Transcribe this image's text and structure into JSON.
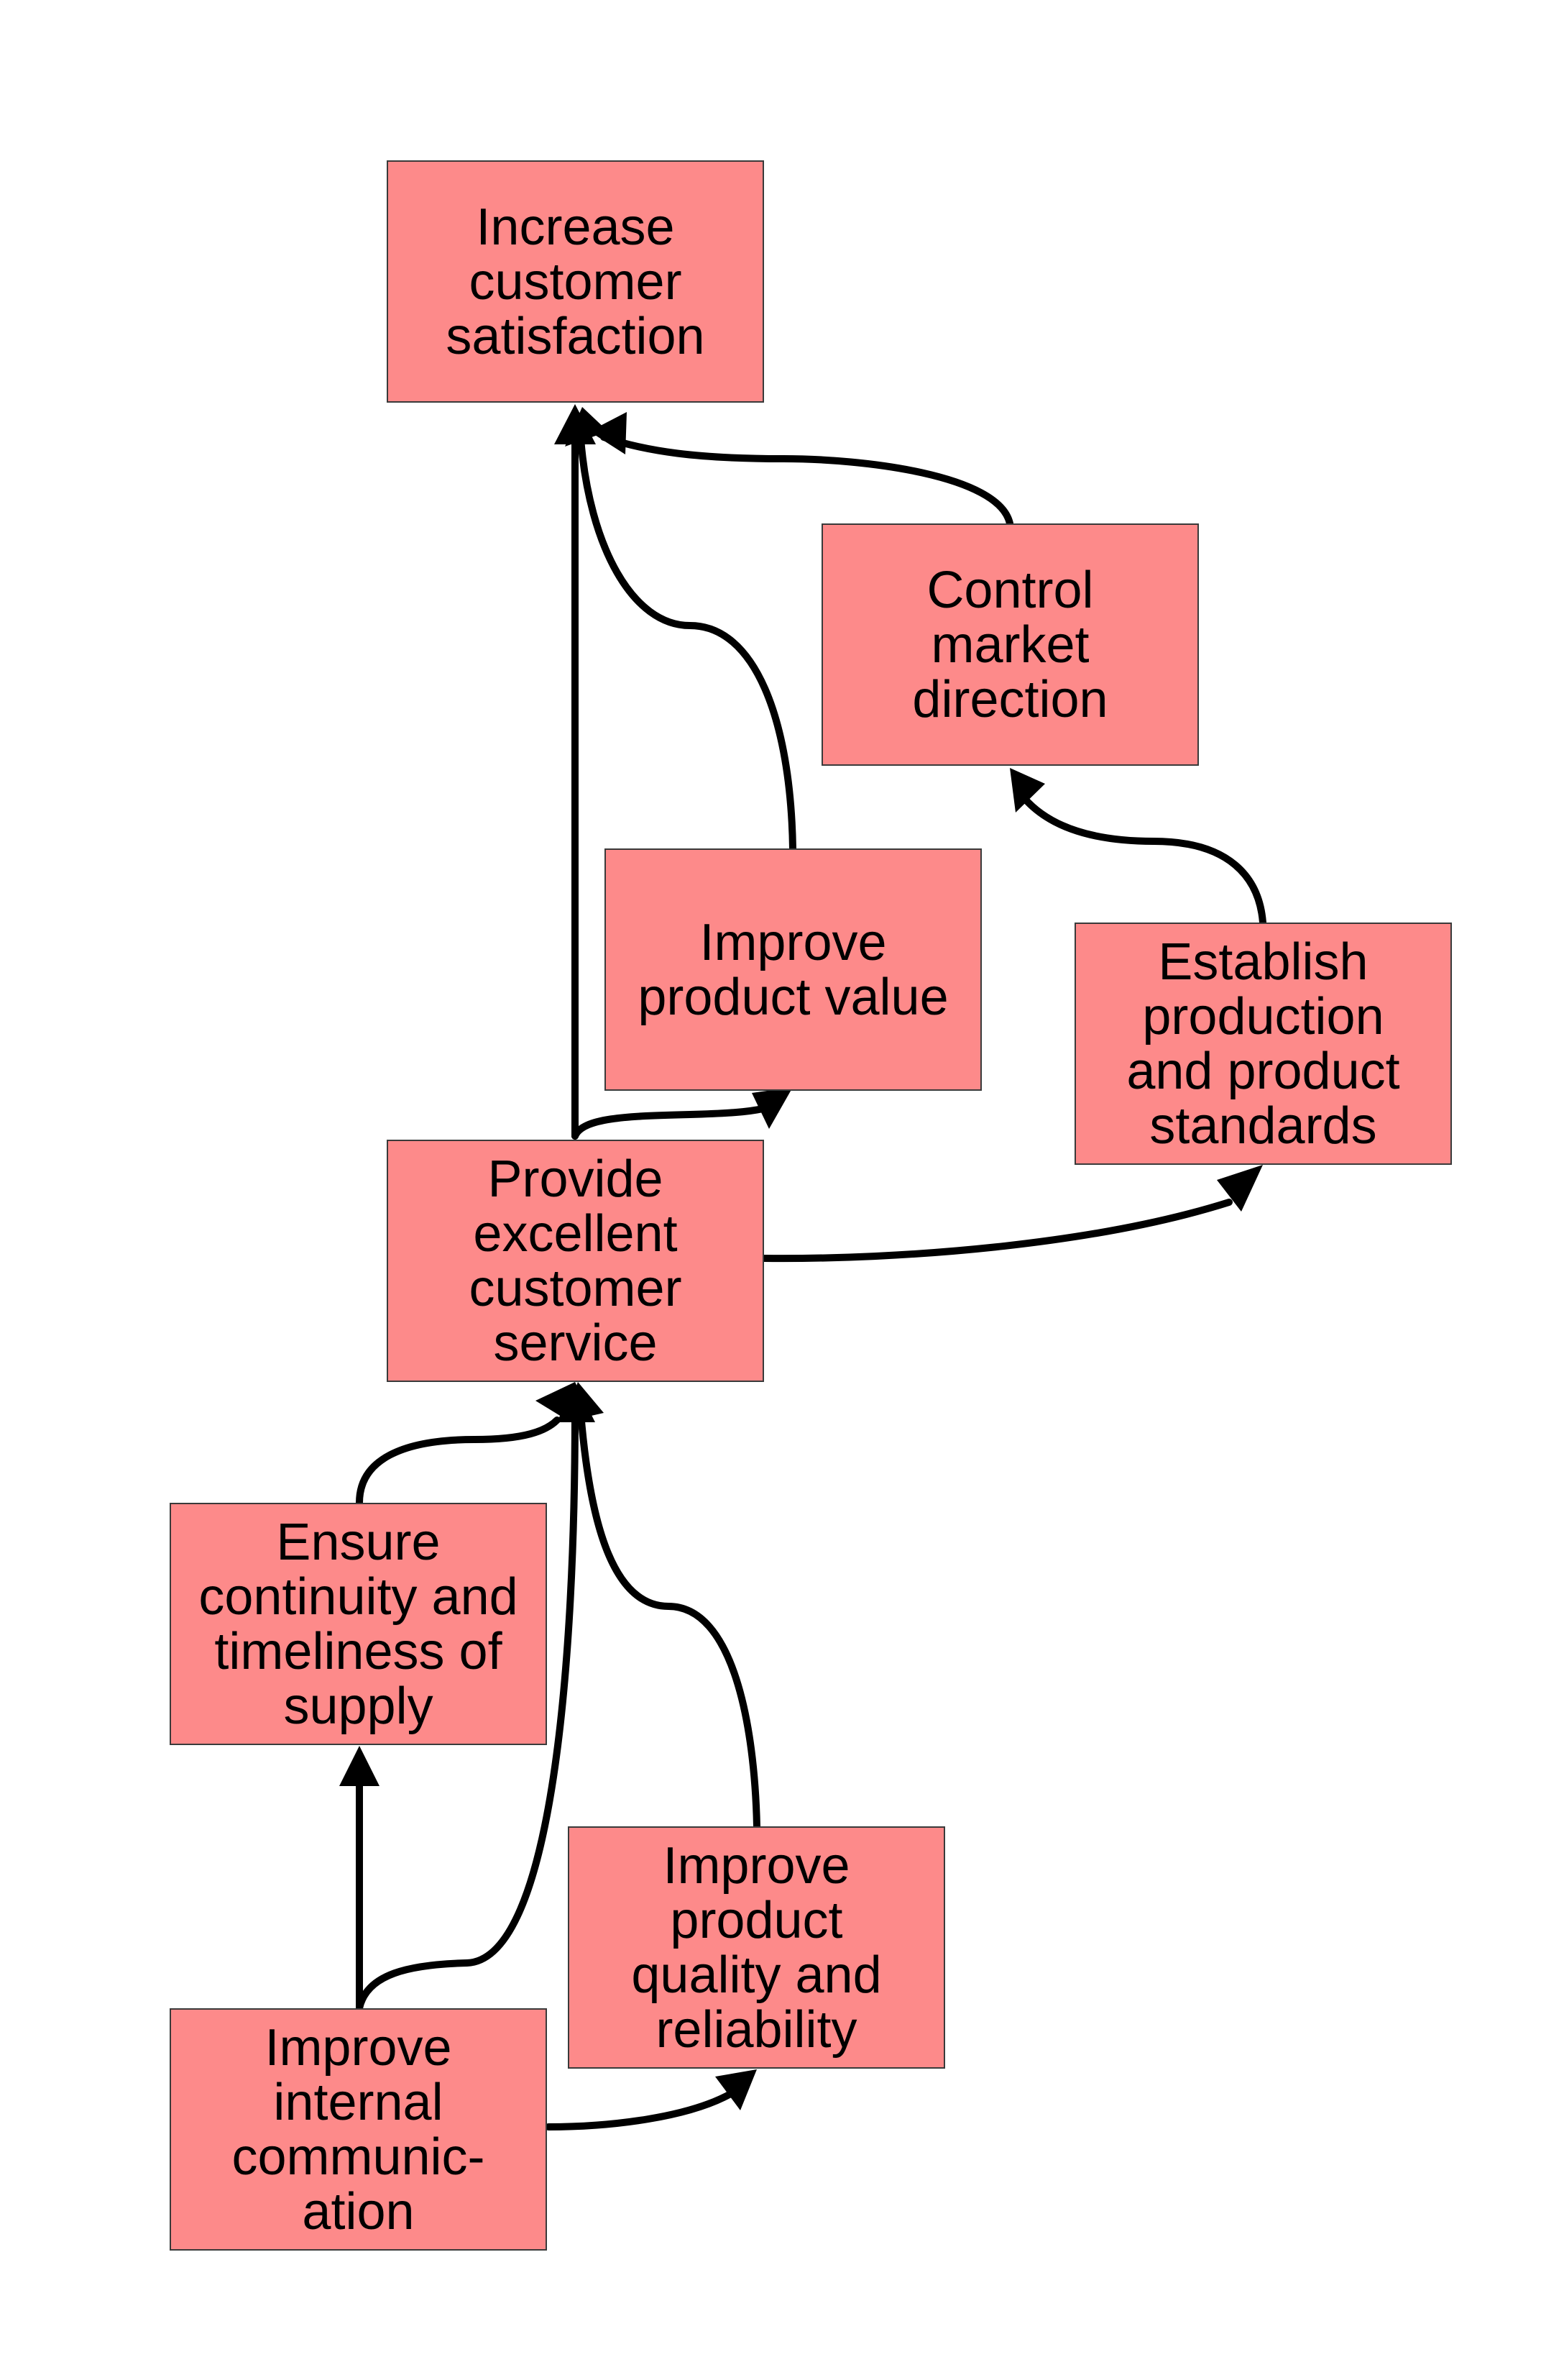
{
  "diagram": {
    "type": "flow",
    "colors": {
      "node_fill": "#fd8a8a",
      "node_border": "#3a3a3a",
      "edge": "#000000"
    },
    "nodes": {
      "increase_customer_satisfaction": "Increase\ncustomer\nsatisfaction",
      "control_market_direction": "Control\nmarket\ndirection",
      "improve_product_value": "Improve\nproduct value",
      "establish_standards": "Establish\nproduction\nand product\nstandards",
      "provide_customer_service": "Provide\nexcellent\ncustomer\nservice",
      "ensure_supply": "Ensure\ncontinuity and\ntimeliness of\nsupply",
      "improve_quality": "Improve\nproduct\nquality and\nreliability",
      "improve_communication": "Improve\ninternal\ncommunic-\nation"
    },
    "edges": [
      {
        "from": "provide_customer_service",
        "to": "increase_customer_satisfaction"
      },
      {
        "from": "improve_product_value",
        "to": "increase_customer_satisfaction"
      },
      {
        "from": "control_market_direction",
        "to": "increase_customer_satisfaction"
      },
      {
        "from": "establish_standards",
        "to": "control_market_direction"
      },
      {
        "from": "provide_customer_service",
        "to": "improve_product_value"
      },
      {
        "from": "provide_customer_service",
        "to": "establish_standards"
      },
      {
        "from": "ensure_supply",
        "to": "provide_customer_service"
      },
      {
        "from": "improve_communication",
        "to": "provide_customer_service"
      },
      {
        "from": "improve_quality",
        "to": "provide_customer_service"
      },
      {
        "from": "improve_communication",
        "to": "ensure_supply"
      },
      {
        "from": "improve_communication",
        "to": "improve_quality"
      }
    ]
  }
}
